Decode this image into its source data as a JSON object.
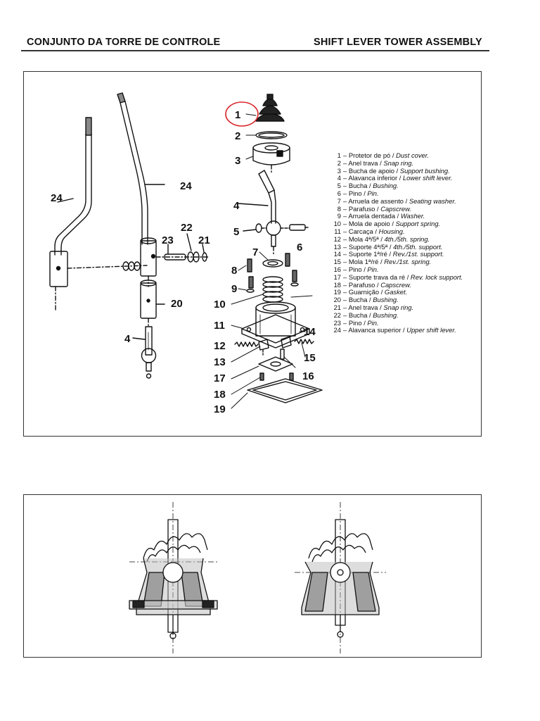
{
  "header": {
    "title_pt": "CONJUNTO DA TORRE DE CONTROLE",
    "title_en": "SHIFT LEVER TOWER ASSEMBLY"
  },
  "callouts": [
    "1",
    "2",
    "3",
    "4",
    "5",
    "6",
    "7",
    "8",
    "9",
    "10",
    "11",
    "12",
    "13",
    "14",
    "15",
    "16",
    "17",
    "18",
    "19",
    "20",
    "21",
    "22",
    "23",
    "24"
  ],
  "legend": [
    {
      "num": "1",
      "pt": "Protetor de pó",
      "en": "Dust cover."
    },
    {
      "num": "2",
      "pt": "Anel trava",
      "en": "Snap ring."
    },
    {
      "num": "3",
      "pt": "Bucha de apoio",
      "en": "Support bushing."
    },
    {
      "num": "4",
      "pt": "Alavanca inferior",
      "en": "Lower shift lever."
    },
    {
      "num": "5",
      "pt": "Bucha",
      "en": "Bushing."
    },
    {
      "num": "6",
      "pt": "Pino",
      "en": "Pin."
    },
    {
      "num": "7",
      "pt": "Arruela de assento",
      "en": "Seating washer."
    },
    {
      "num": "8",
      "pt": "Parafuso",
      "en": "Capscrew."
    },
    {
      "num": "9",
      "pt": "Arruela dentada",
      "en": "Washer."
    },
    {
      "num": "10",
      "pt": "Mola de apoio",
      "en": "Support spring."
    },
    {
      "num": "11",
      "pt": "Carcaça",
      "en": "Housing."
    },
    {
      "num": "12",
      "pt": "Mola 4ª/5ª",
      "en": "4th./5th. spring."
    },
    {
      "num": "13",
      "pt": "Suporte 4ª/5ª",
      "en": "4th./5th. support."
    },
    {
      "num": "14",
      "pt": "Suporte 1ª/ré",
      "en": "Rev./1st. support."
    },
    {
      "num": "15",
      "pt": "Mola 1ª/ré",
      "en": "Rev./1st. spring."
    },
    {
      "num": "16",
      "pt": "Pino",
      "en": "Pin."
    },
    {
      "num": "17",
      "pt": "Suporte trava da ré",
      "en": "Rev. lock support."
    },
    {
      "num": "18",
      "pt": "Parafuso",
      "en": "Capscrew."
    },
    {
      "num": "19",
      "pt": "Guarnição",
      "en": "Gasket."
    },
    {
      "num": "20",
      "pt": "Bucha",
      "en": "Bushing."
    },
    {
      "num": "21",
      "pt": "Anel trava",
      "en": "Snap ring."
    },
    {
      "num": "22",
      "pt": "Bucha",
      "en": "Bushing."
    },
    {
      "num": "23",
      "pt": "Pino",
      "en": "Pin."
    },
    {
      "num": "24",
      "pt": "Alavanca superior",
      "en": "Upper shift lever."
    }
  ],
  "colors": {
    "highlight_circle": "#d9262c",
    "ink": "#111111"
  }
}
